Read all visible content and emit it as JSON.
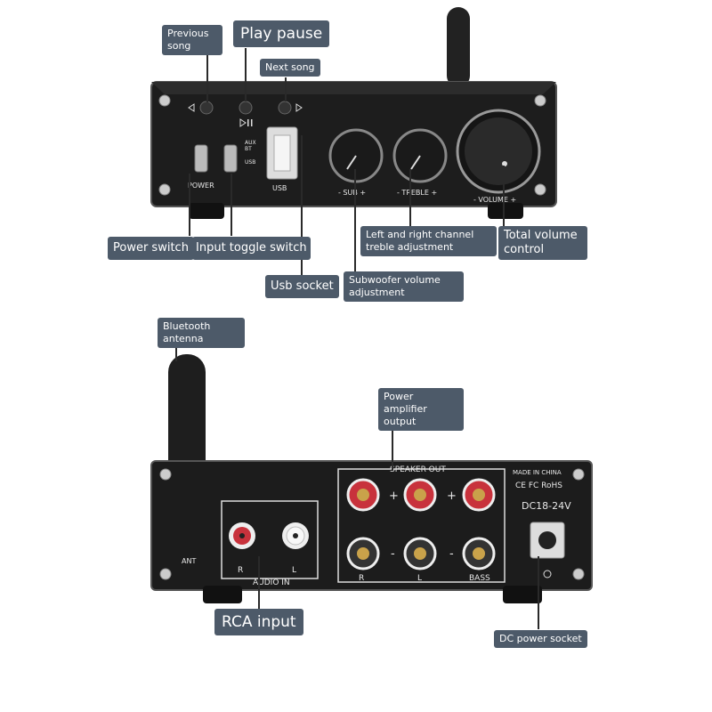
{
  "front_labels": {
    "previous_song": "Previous song",
    "play_pause": "Play pause",
    "next_song": "Next song",
    "power_switch": "Power switch",
    "input_toggle_switch": "Input toggle switch",
    "usb_socket": "Usb socket",
    "sub_adjust": "Subwoofer volume adjustment",
    "treble_adjust": "Left and right channel treble adjustment",
    "total_volume": "Total volume control"
  },
  "front_panel": {
    "power": "POWER",
    "aux": "AUX",
    "bt": "BT",
    "usb_switch": "USB",
    "usb_port": "USB",
    "sub": "- SUB +",
    "treble": "- TREBLE +",
    "volume": "- VOLUME +"
  },
  "rear_labels": {
    "bluetooth_antenna": "Bluetooth antenna",
    "power_amp_output": "Power amplifier output",
    "rca_input": "RCA input",
    "dc_power_socket": "DC power socket"
  },
  "rear_panel": {
    "speaker_out": "SPEAKER OUT",
    "made_in": "MADE IN CHINA",
    "cert": "CE FC RoHS",
    "dc": "DC18-24V",
    "ant": "ANT",
    "audio_in": "AUDIO IN",
    "r": "R",
    "l": "L",
    "bass": "BASS",
    "plus": "+",
    "minus": "-"
  },
  "colors": {
    "label_bg": "#4d5a69",
    "panel": "#1c1c1c",
    "red_terminal": "#c8323c",
    "gold": "#c9a24a"
  }
}
